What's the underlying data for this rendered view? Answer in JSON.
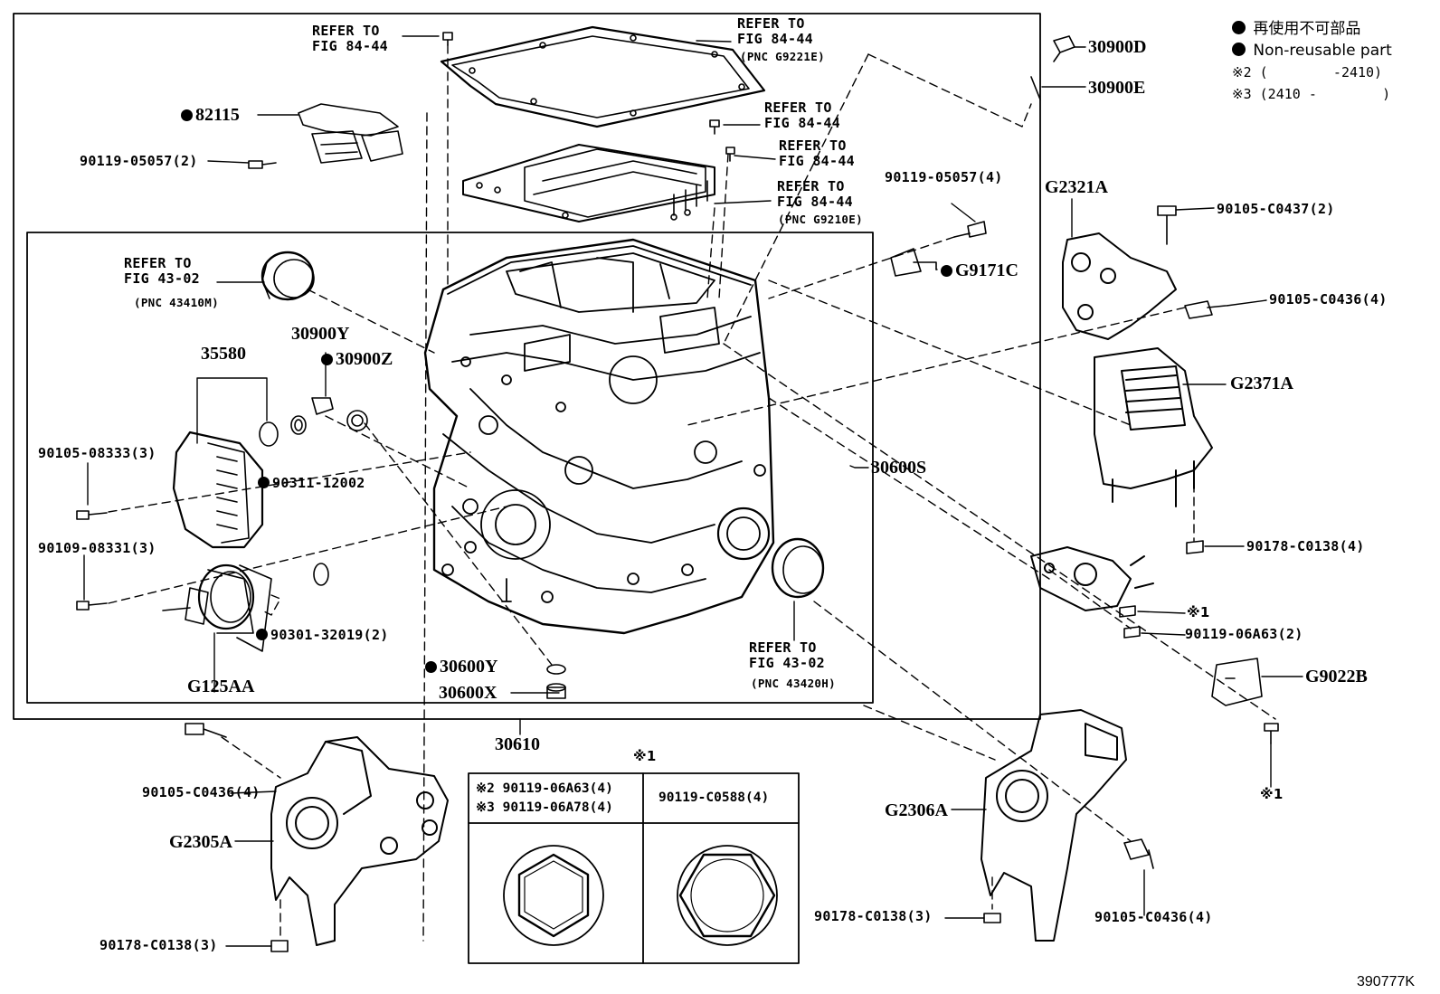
{
  "legend": {
    "non_reusable_jp": "再使用不可部品",
    "non_reusable_en": "Non-reusable part",
    "note2": "※2 (        -2410)",
    "note3": "※3 (2410 -        )"
  },
  "labels": {
    "refer_84_44_a": "REFER TO\nFIG 84-44",
    "refer_84_44_b": "REFER TO\nFIG 84-44",
    "refer_84_44_b_pnc": "(PNC G9221E)",
    "refer_84_44_c": "REFER TO\nFIG 84-44",
    "refer_84_44_d": "REFER TO\nFIG 84-44",
    "refer_84_44_e": "REFER TO\nFIG 84-44",
    "refer_84_44_e_pnc": "(PNC G9210E)",
    "refer_43_02_a": "REFER TO\nFIG 43-02",
    "refer_43_02_a_pnc": "(PNC 43410M)",
    "refer_43_02_b": "REFER TO\nFIG 43-02",
    "refer_43_02_b_pnc": "(PNC 43420H)",
    "p82115": "82115",
    "p90119_05057_2": "90119-05057(2)",
    "p30900d": "30900D",
    "p30900e": "30900E",
    "p90119_05057_4": "90119-05057(4)",
    "pg9171c": "G9171C",
    "pg2321a": "G2321A",
    "p90105_c0437_2": "90105-C0437(2)",
    "p90105_c0436_4_a": "90105-C0436(4)",
    "pg2371a": "G2371A",
    "p30900y": "30900Y",
    "p30900z": "30900Z",
    "p35580": "35580",
    "p90105_08333_3": "90105-08333(3)",
    "p90311_12002": "90311-12002",
    "p90109_08331_3": "90109-08331(3)",
    "p90301_32019_2": "90301-32019(2)",
    "pg125aa": "G125AA",
    "p30600s": "30600S",
    "p30600y": "30600Y",
    "p30600x": "30600X",
    "p30610": "30610",
    "p90178_c0138_4": "90178-C0138(4)",
    "mark1_a": "※1",
    "p90119_06a63_2": "90119-06A63(2)",
    "pg9022b": "G9022B",
    "mark1_b": "※1",
    "p90105_c0436_4_b": "90105-C0436(4)",
    "pg2305a": "G2305A",
    "p90178_c0138_3_a": "90178-C0138(3)",
    "pg2306a": "G2306A",
    "p90178_c0138_3_b": "90178-C0138(3)",
    "p90105_c0436_4_c": "90105-C0436(4)"
  },
  "inset_table": {
    "title": "※1",
    "left_row1": "※2  90119-06A63(4)",
    "left_row2": "※3  90119-06A78(4)",
    "right_row1": "90119-C0588(4)"
  },
  "figure_number": "390777K"
}
